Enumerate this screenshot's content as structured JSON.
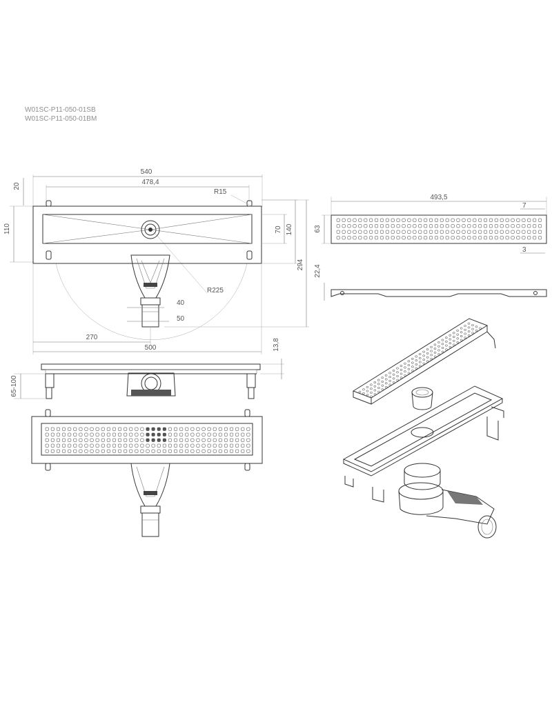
{
  "product_codes": [
    "W01SC-P11-050-01SB",
    "W01SC-P11-050-01BM"
  ],
  "dimensions": {
    "top_view": {
      "overall_width": "540",
      "inner_width": "478,4",
      "flange_height": "20",
      "overall_height": "110",
      "inner_height": "70",
      "total_depth": "140",
      "radius_corner": "R15",
      "radius_swing": "R225",
      "outlet_inner": "40",
      "outlet_outer": "50",
      "overall_with_outlet": "294",
      "outlet_offset": "270",
      "channel_length": "500"
    },
    "side_view": {
      "height_adjust": "65-100",
      "flange_thickness": "13,8"
    },
    "grate_view": {
      "grate_length": "493,5",
      "grate_height": "63",
      "edge_offset": "7",
      "edge_small": "3",
      "profile_height": "22,4"
    }
  }
}
